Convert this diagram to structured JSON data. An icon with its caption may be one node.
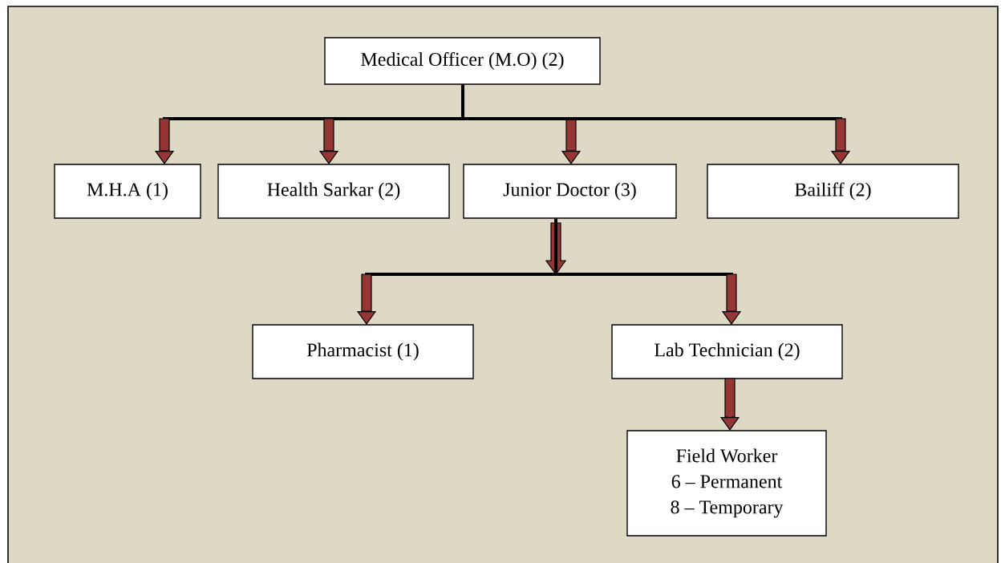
{
  "diagram": {
    "nodes": [
      {
        "text": [
          "Medical Officer (M.O) (2)"
        ]
      },
      {
        "text": [
          "M.H.A (1)"
        ]
      },
      {
        "text": [
          "Health Sarkar (2)"
        ]
      },
      {
        "text": [
          "Junior Doctor (3)"
        ]
      },
      {
        "text": [
          "Bailiff (2)"
        ]
      },
      {
        "text": [
          "Pharmacist (1)"
        ]
      },
      {
        "text": [
          "Lab Technician (2)"
        ]
      },
      {
        "text": [
          "Field Worker",
          "6 – Permanent",
          "8 – Temporary"
        ]
      }
    ],
    "edges": [
      {
        "from": 0,
        "to": 1,
        "arrow": "to"
      },
      {
        "from": 0,
        "to": 2,
        "arrow": "to"
      },
      {
        "from": 0,
        "to": 3,
        "arrow": "to"
      },
      {
        "from": 0,
        "to": 4,
        "arrow": "to"
      },
      {
        "from": 3,
        "to": 5,
        "arrow": "to"
      },
      {
        "from": 3,
        "to": 6,
        "arrow": "to"
      },
      {
        "from": 6,
        "to": 7,
        "arrow": "to",
        "color": "#943634"
      }
    ]
  }
}
